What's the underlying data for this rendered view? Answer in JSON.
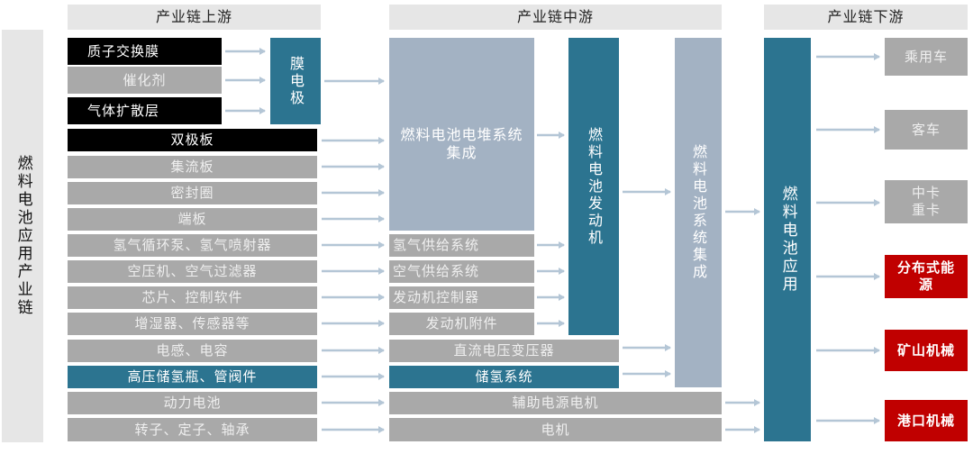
{
  "headers": {
    "upstream": "产业链上游",
    "midstream": "产业链中游",
    "downstream": "产业链下游"
  },
  "side_label": "燃料电池应用产业链",
  "upstream": {
    "mea_parts": [
      "质子交换膜",
      "催化剂",
      "气体扩散层"
    ],
    "mea": "膜电极",
    "bipolar": "双极板",
    "items": [
      "集流板",
      "密封圈",
      "端板",
      "氢气循环泵、氢气喷射器",
      "空压机、空气过滤器",
      "芯片、控制软件",
      "增湿器、传感器等",
      "电感、电容",
      "高压储氢瓶、管阀件",
      "动力电池",
      "转子、定子、轴承"
    ]
  },
  "midstream": {
    "stack": "燃料电池电堆系统集成",
    "engine": "燃料电池发动机",
    "subsystems": [
      "氢气供给系统",
      "空气供给系统",
      "发动机控制器",
      "发动机附件"
    ],
    "dcdc": "直流电压变压器",
    "h2storage": "储氢系统",
    "system": "燃料电池系统集成",
    "aux_motor": "辅助电源电机",
    "motor": "电机"
  },
  "downstream": {
    "application": "燃料电池应用",
    "apps": [
      "乘用车",
      "客车",
      "中卡\n重卡",
      "分布式能源",
      "矿山机械",
      "港口机械"
    ]
  },
  "colors": {
    "black": "#000000",
    "gray": "#a9a9a9",
    "blue": "#2c7490",
    "lightblue": "#a3b2c3",
    "red": "#c00000",
    "arrow": "#b4c6d6"
  }
}
